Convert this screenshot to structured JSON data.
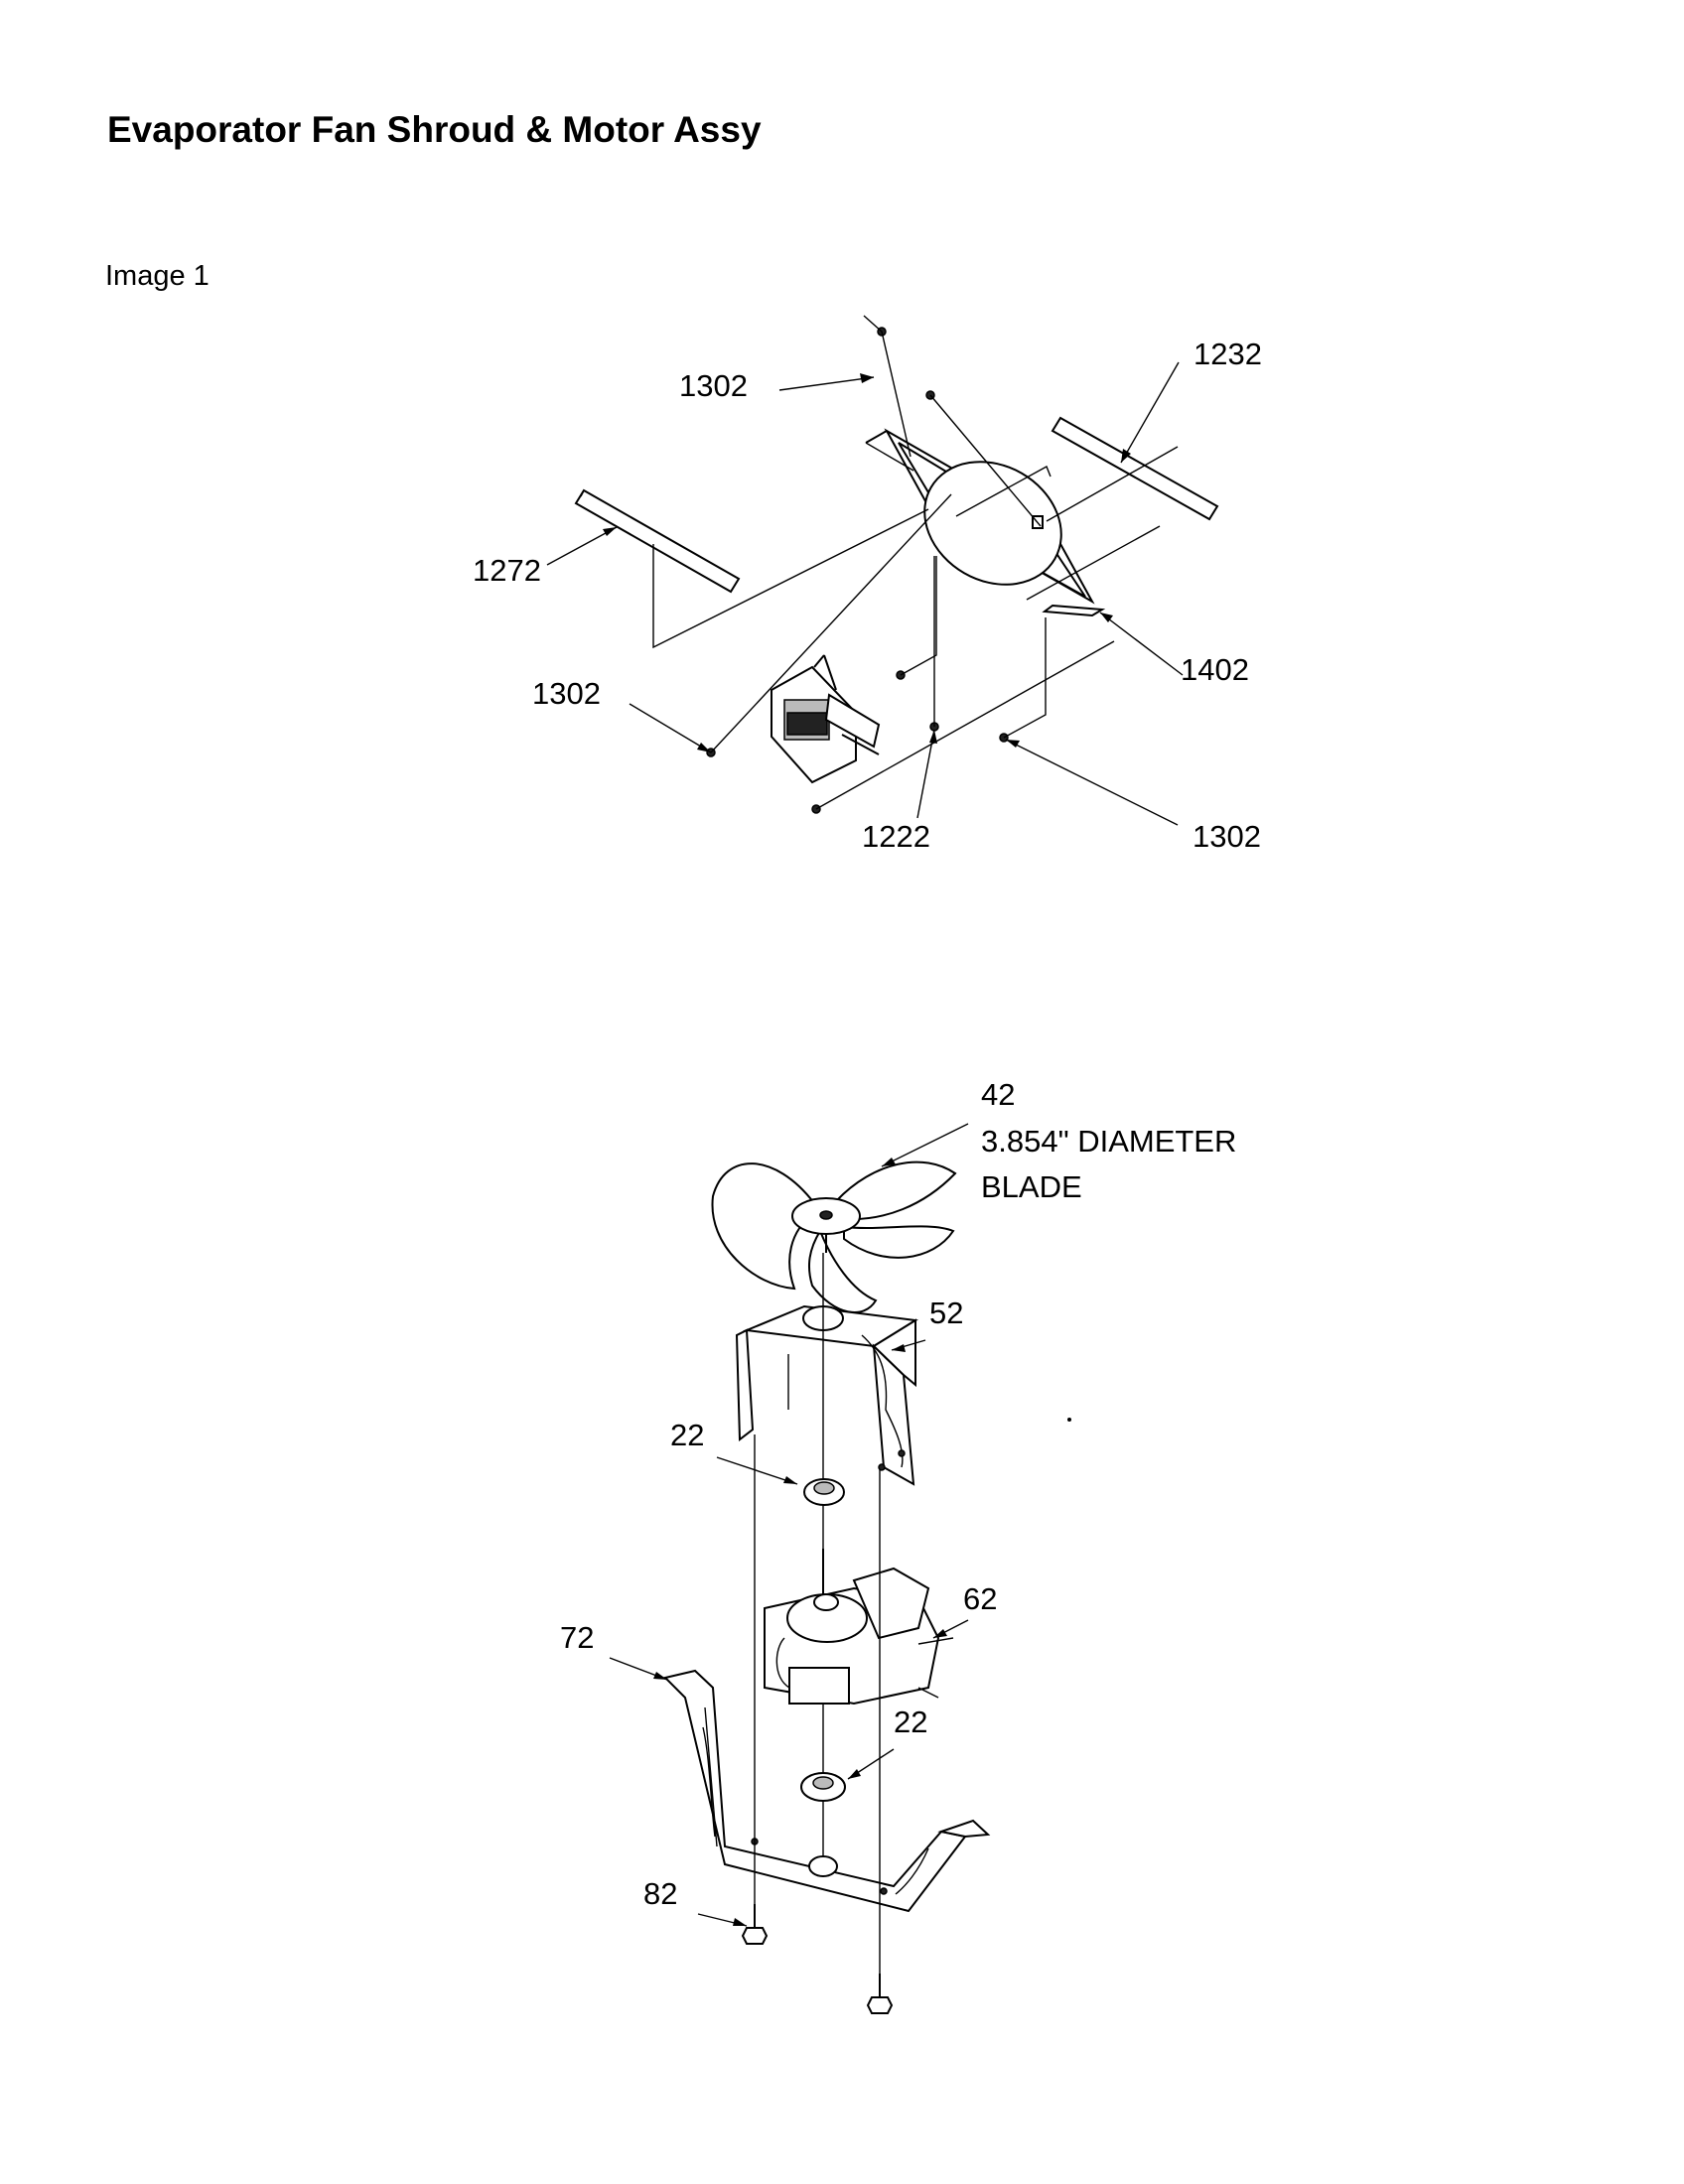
{
  "header": {
    "title": "Evaporator Fan Shroud & Motor Assy",
    "subtitle": "Image 1"
  },
  "callouts": {
    "top": {
      "c1302_a": "1302",
      "c1232": "1232",
      "c1272": "1272",
      "c1302_b": "1302",
      "c1402": "1402",
      "c1222": "1222",
      "c1302_c": "1302"
    },
    "bottom": {
      "c42": "42",
      "blade_line1": "3.854\" DIAMETER",
      "blade_line2": "BLADE",
      "c52": "52",
      "c22_a": "22",
      "c62": "62",
      "c72": "72",
      "c22_b": "22",
      "c82": "82"
    }
  }
}
